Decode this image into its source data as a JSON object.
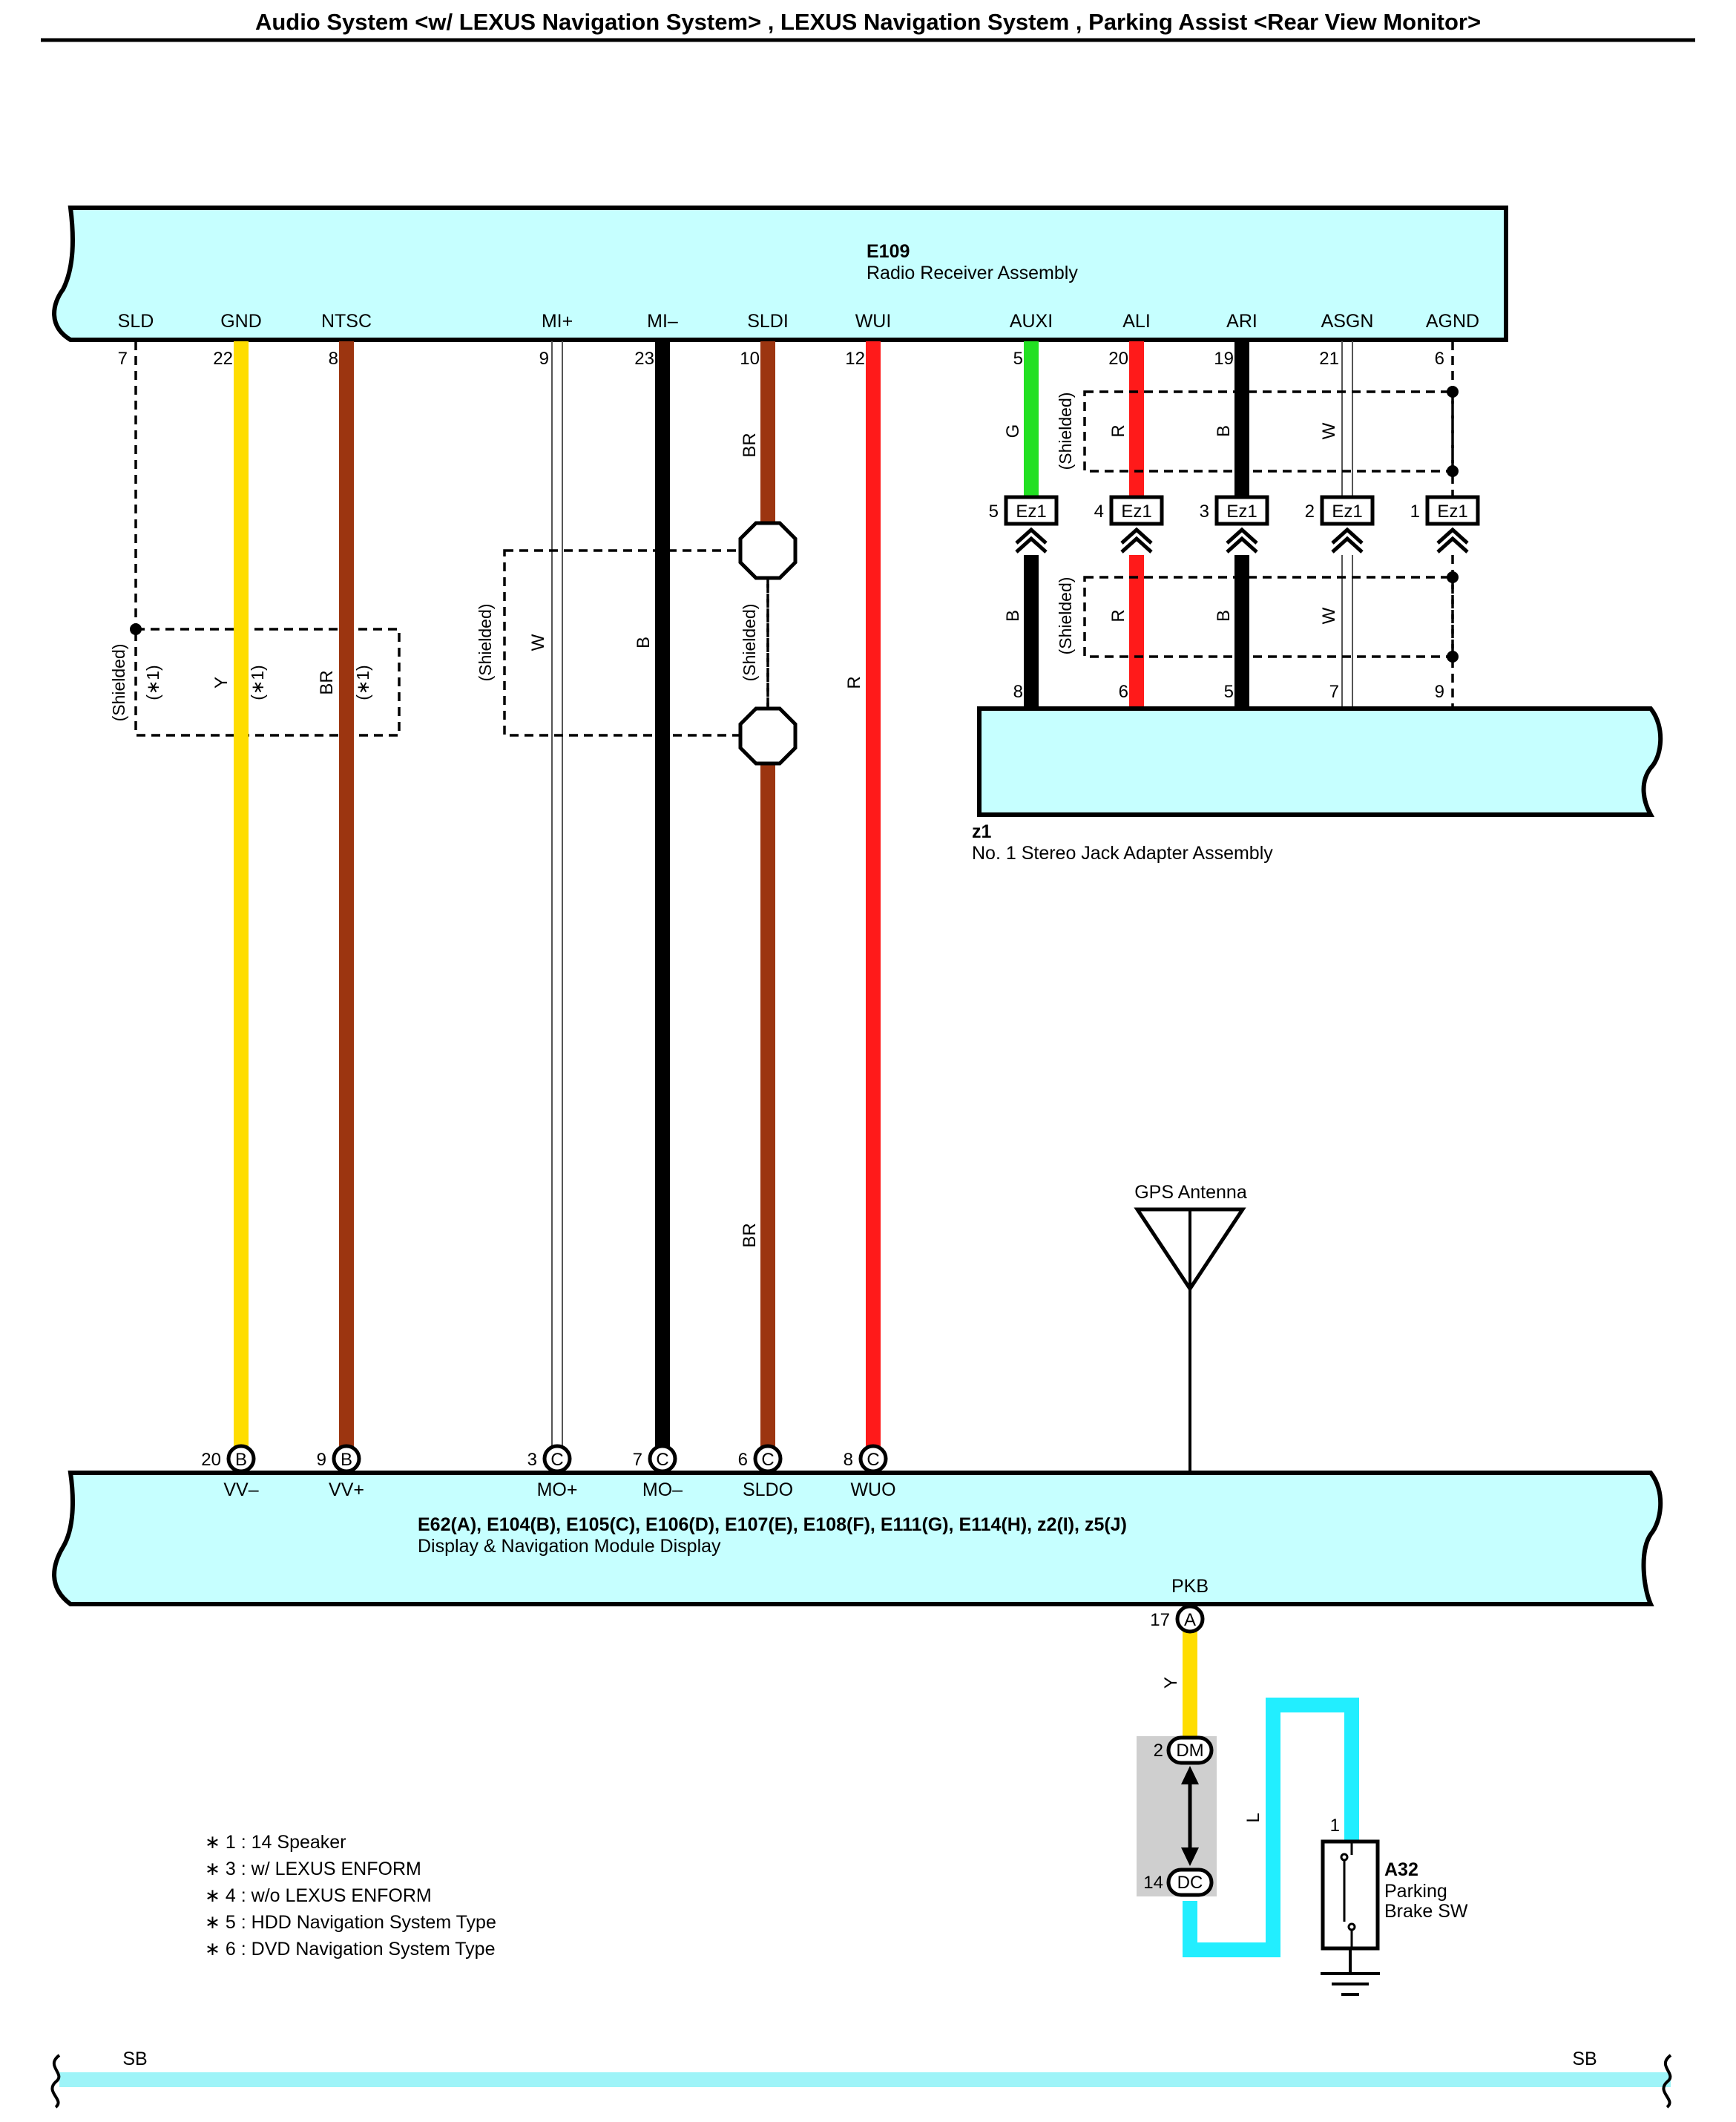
{
  "title": "Audio System <w/ LEXUS Navigation System> , LEXUS Navigation System , Parking Assist <Rear View Monitor>",
  "colors": {
    "Y": "#ffdd00",
    "BR": "#9c3510",
    "B": "#000000",
    "R": "#ff1a1a",
    "G": "#22e022",
    "W": "#ffffff",
    "L": "#22eeff",
    "box_fill": "#c6ffff",
    "sb": "#9ef4f8"
  },
  "e109": {
    "id": "E109",
    "name": "Radio Receiver Assembly",
    "terminals": [
      {
        "label": "SLD",
        "pin": "7"
      },
      {
        "label": "GND",
        "pin": "22"
      },
      {
        "label": "NTSC",
        "pin": "8"
      },
      {
        "label": "MI+",
        "pin": "9"
      },
      {
        "label": "MI–",
        "pin": "23"
      },
      {
        "label": "SLDI",
        "pin": "10"
      },
      {
        "label": "WUI",
        "pin": "12"
      },
      {
        "label": "AUXI",
        "pin": "5"
      },
      {
        "label": "ALI",
        "pin": "20"
      },
      {
        "label": "ARI",
        "pin": "19"
      },
      {
        "label": "ASGN",
        "pin": "21"
      },
      {
        "label": "AGND",
        "pin": "6"
      }
    ]
  },
  "z1": {
    "id": "z1",
    "name": "No. 1 Stereo Jack Adapter Assembly",
    "connector": "Ez1",
    "connector_pins": [
      "5",
      "4",
      "3",
      "2",
      "1"
    ],
    "bottom_pins": [
      "8",
      "6",
      "5",
      "7",
      "9"
    ]
  },
  "display": {
    "ids": "E62(A), E104(B), E105(C), E106(D), E107(E), E108(F), E111(G), E114(H), z2(I), z5(J)",
    "name": "Display & Navigation Module Display",
    "terminals": [
      {
        "label": "VV–",
        "pin": "20",
        "conn": "B"
      },
      {
        "label": "VV+",
        "pin": "9",
        "conn": "B"
      },
      {
        "label": "MO+",
        "pin": "3",
        "conn": "C"
      },
      {
        "label": "MO–",
        "pin": "7",
        "conn": "C"
      },
      {
        "label": "SLDO",
        "pin": "6",
        "conn": "C"
      },
      {
        "label": "WUO",
        "pin": "8",
        "conn": "C"
      }
    ],
    "pkb": {
      "label": "PKB",
      "pin": "17",
      "conn": "A"
    }
  },
  "wire_labels": {
    "gnd": "Y",
    "ntsc": "BR",
    "mip": "W",
    "mim": "B",
    "sldi": "BR",
    "sldo": "BR",
    "wui": "R",
    "auxi_top": "G",
    "ali_top": "R",
    "ari_top": "B",
    "asgn_top": "W",
    "auxi_bot": "B",
    "ali_bot": "R",
    "ari_bot": "B",
    "asgn_bot": "W",
    "pkb": "Y",
    "sw": "L"
  },
  "shielded": "(Shielded)",
  "note_ref": "(∗1)",
  "gps": "GPS Antenna",
  "dm": {
    "pin": "2",
    "label": "DM"
  },
  "dc": {
    "pin": "14",
    "label": "DC"
  },
  "a32": {
    "id": "A32",
    "name1": "Parking",
    "name2": "Brake SW",
    "pin": "1"
  },
  "notes": [
    "∗ 1 : 14 Speaker",
    "∗ 3 : w/ LEXUS ENFORM",
    "∗ 4 : w/o LEXUS ENFORM",
    "∗ 5 : HDD Navigation System Type",
    "∗ 6 : DVD Navigation System Type"
  ],
  "sb_left": "SB",
  "sb_right": "SB"
}
